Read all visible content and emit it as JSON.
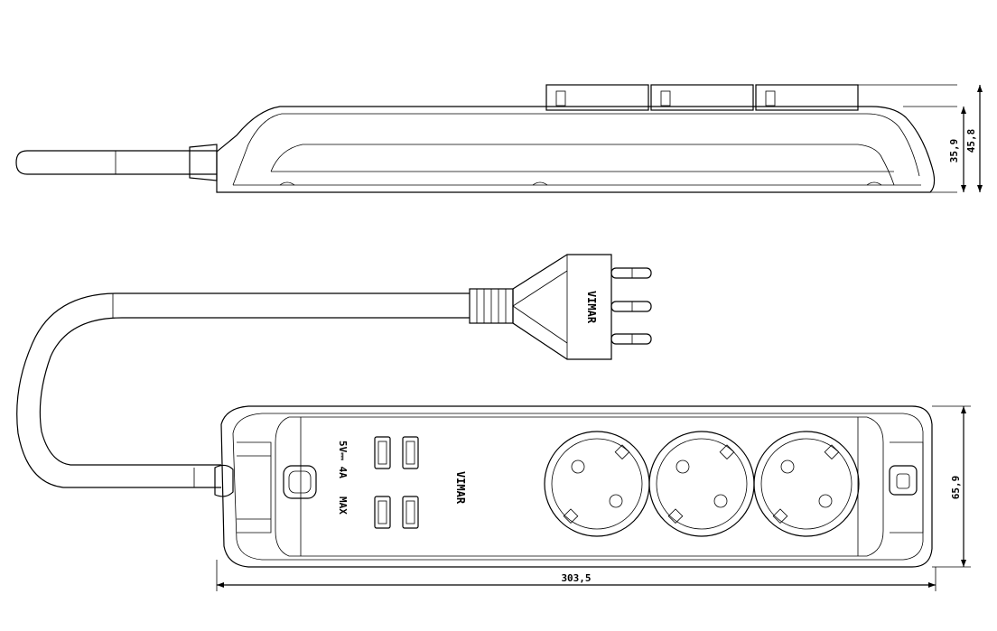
{
  "drawing": {
    "brand_mark": "VIMAR",
    "usb_rating_line1": "5V⎓ 4A",
    "usb_rating_line2": "MAX",
    "dimensions": {
      "body_height": "35,9",
      "total_height": "45,8",
      "width": "65,9",
      "length": "303,5"
    },
    "socket_count": 3,
    "usb_port_count": 4
  }
}
